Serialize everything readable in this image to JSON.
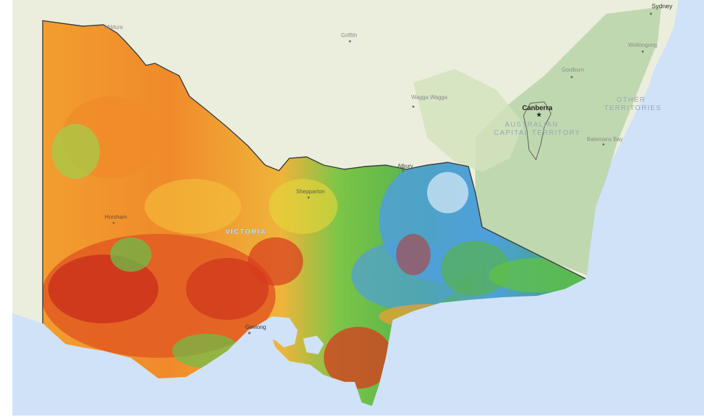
{
  "map": {
    "colors": {
      "ocean": "#cfe2f8",
      "land": "#eceedd",
      "forest": "#b9d4a8",
      "border": "#3a3a3a",
      "heat_low": "#4ea0dc",
      "heat_mid_low": "#5fbf4a",
      "heat_mid": "#e9e43a",
      "heat_mid_high": "#f2a030",
      "heat_high": "#e25a22",
      "heat_max": "#c8281a"
    },
    "labels": {
      "sydney": "Sydney",
      "wollongong": "Wollongong",
      "goulburn": "Goulburn",
      "canberra": "Canberra",
      "act_line1": "AUSTRALIAN",
      "act_line2": "CAPITAL TERRITORY",
      "other_line1": "OTHER",
      "other_line2": "TERRITORIES",
      "batemans_bay": "Batemans Bay",
      "wagga_wagga": "Wagga Wagga",
      "griffith": "Griffith",
      "albury": "Albury",
      "shepparton": "Shepparton",
      "victoria": "VICTORIA",
      "horsham": "Horsham",
      "geelong": "Geelong",
      "mildura": "Mildura"
    }
  }
}
